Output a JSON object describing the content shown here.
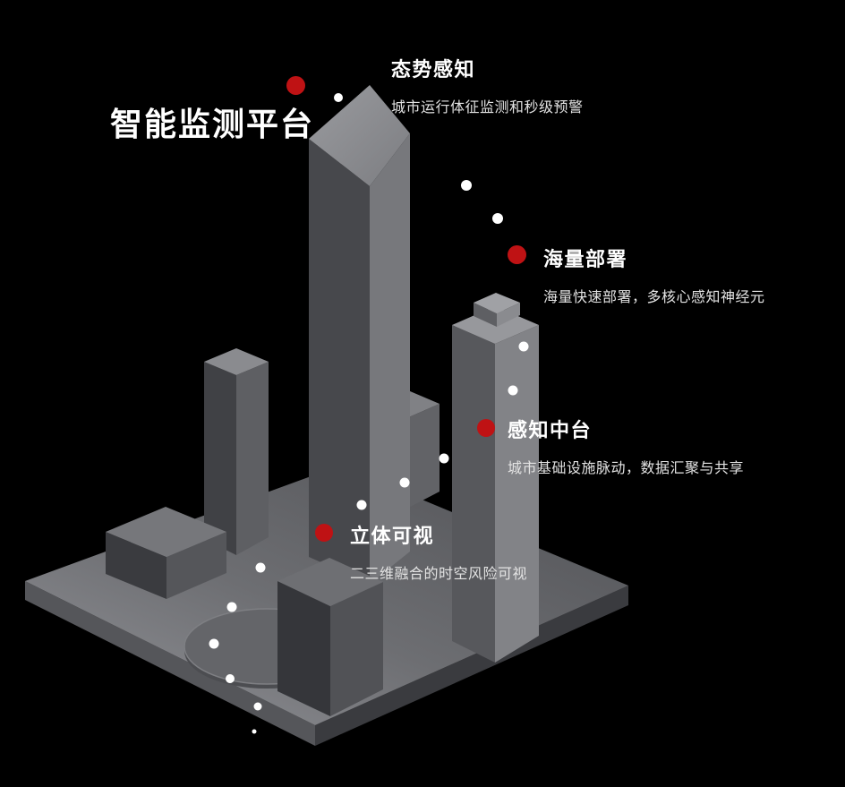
{
  "colors": {
    "background": "#000000",
    "accent": "#bf1214",
    "path_dot": "#ffffff",
    "text_primary": "#ffffff",
    "text_secondary": "#e3e3e3"
  },
  "title": {
    "text": "智能监测平台"
  },
  "features": [
    {
      "label": "态势感知",
      "desc": "城市运行体征监测和秒级预警"
    },
    {
      "label": "海量部署",
      "desc": "海量快速部署，多核心感知神经元"
    },
    {
      "label": "感知中台",
      "desc": "城市基础设施脉动，数据汇聚与共享"
    },
    {
      "label": "立体可视",
      "desc": "二三维融合的时空风险可视"
    }
  ]
}
